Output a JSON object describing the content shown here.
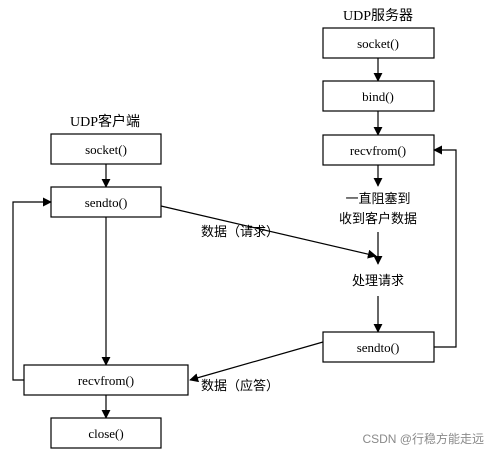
{
  "server": {
    "title": "UDP服务器",
    "socket": "socket()",
    "bind": "bind()",
    "recvfrom": "recvfrom()",
    "block_line1": "一直阻塞到",
    "block_line2": "收到客户数据",
    "process": "处理请求",
    "sendto": "sendto()"
  },
  "client": {
    "title": "UDP客户端",
    "socket": "socket()",
    "sendto": "sendto()",
    "recvfrom": "recvfrom()",
    "close": "close()"
  },
  "messages": {
    "request": "数据（请求）",
    "response": "数据（应答）"
  },
  "watermark": "CSDN @行稳方能走远"
}
